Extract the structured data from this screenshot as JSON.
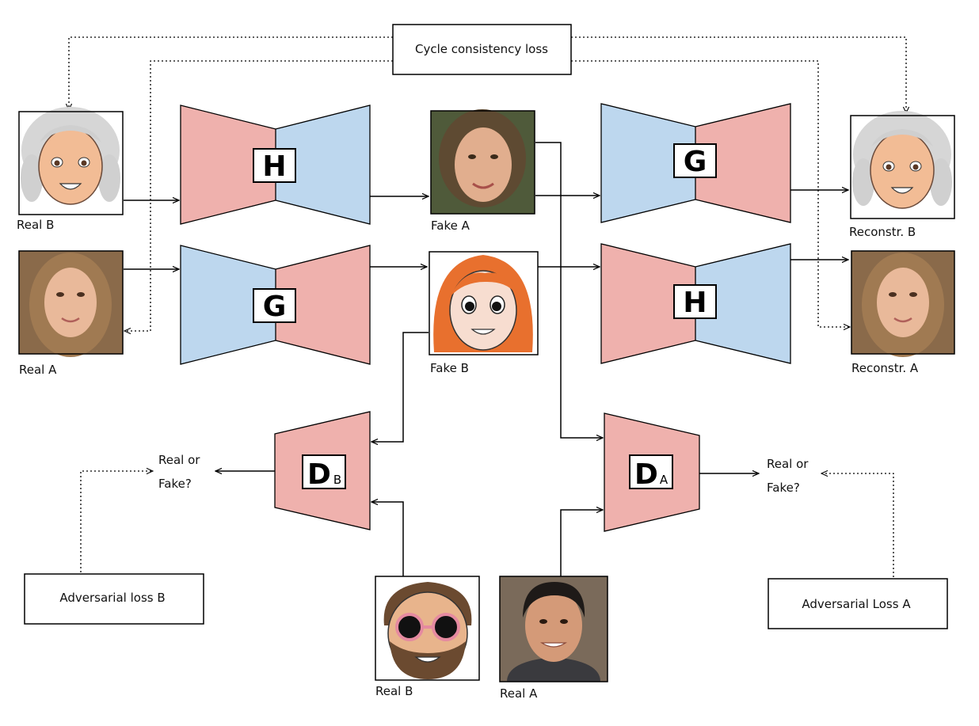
{
  "colors": {
    "generator_pink": "#efb1ad",
    "generator_blue": "#bdd7ee",
    "discriminator": "#efb1ad",
    "line": "#000000"
  },
  "cycle_loss_label": "Cycle consistency loss",
  "adversarial_loss_b_label": "Adversarial loss B",
  "adversarial_loss_a_label": "Adversarial Loss A",
  "networks": {
    "top_left": "H",
    "bottom_left": "G",
    "top_right": "G",
    "bottom_right": "H",
    "disc_b_main": "D",
    "disc_b_sub": "B",
    "disc_a_main": "D",
    "disc_a_sub": "A"
  },
  "images": {
    "real_b_top": {
      "label": "Real B",
      "icon": "cartoon-elderly-woman-face"
    },
    "real_a_left": {
      "label": "Real A",
      "icon": "photo-young-girl-face"
    },
    "fake_a": {
      "label": "Fake A",
      "icon": "photo-woman-face"
    },
    "fake_b": {
      "label": "Fake B",
      "icon": "cartoon-redhead-girl-face"
    },
    "reconstr_b": {
      "label": "Reconstr. B",
      "icon": "cartoon-elderly-woman-face"
    },
    "reconstr_a": {
      "label": "Reconstr. A",
      "icon": "photo-young-girl-face"
    },
    "real_b_bottom": {
      "label": "Real B",
      "icon": "cartoon-bearded-man-sunglasses-face"
    },
    "real_a_bottom": {
      "label": "Real A",
      "icon": "photo-man-face"
    }
  },
  "outputs": {
    "left": {
      "line1": "Real or",
      "line2": "Fake?"
    },
    "right": {
      "line1": "Real or",
      "line2": "Fake?"
    }
  }
}
